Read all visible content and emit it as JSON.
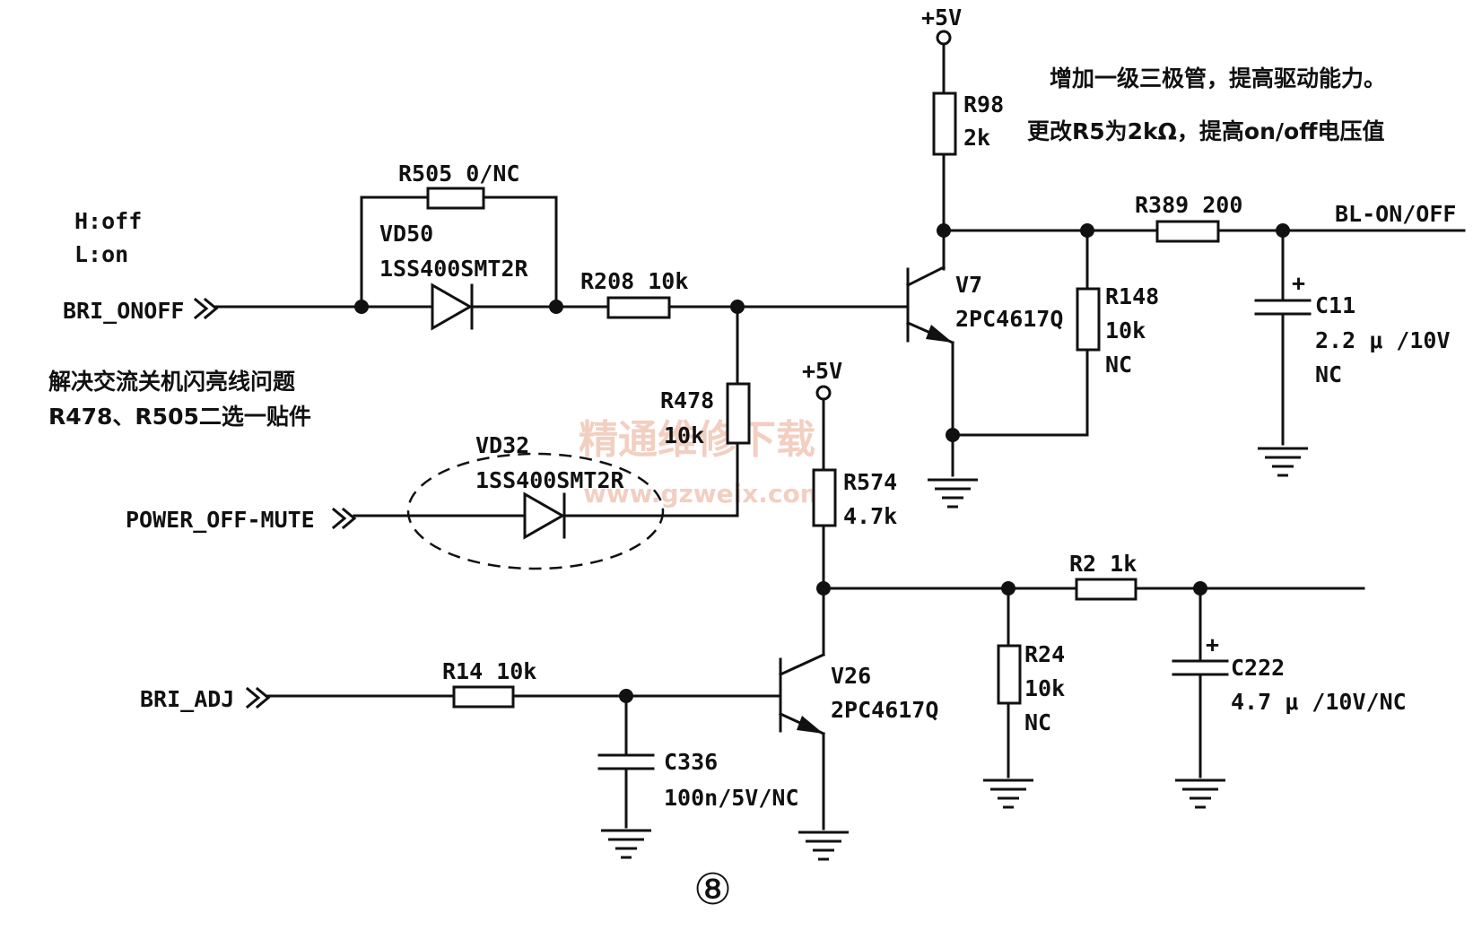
{
  "notes": {
    "top_right_1": "增加一级三极管，提高驱动能力。",
    "top_right_2": "更改R5为2kΩ，提高on/off电压值",
    "hl_1": "H:off",
    "hl_2": "L:on",
    "left_1": "解决交流关机闪亮线问题",
    "left_2": "R478、R505二选一贴件"
  },
  "signals": {
    "bri_onoff": "BRI_ONOFF",
    "power_off_mute": "POWER_OFF-MUTE",
    "bri_adj": "BRI_ADJ",
    "bl_onoff": "BL-ON/OFF"
  },
  "supplies": {
    "vcc_top": "+5V",
    "vcc_mid": "+5V"
  },
  "components": {
    "r505": "R505 0/NC",
    "vd50_name": "VD50",
    "vd50_part": "1SS400SMT2R",
    "r208": "R208 10k",
    "r478_name": "R478",
    "r478_val": "10k",
    "vd32_name": "VD32",
    "vd32_part": "1SS400SMT2R",
    "r98_name": "R98",
    "r98_val": "2k",
    "v7_name": "V7",
    "v7_part": "2PC4617Q",
    "r389": "R389 200",
    "r148_name": "R148",
    "r148_val": "10k",
    "r148_nc": "NC",
    "c11_name": "C11",
    "c11_val": "2.2 μ /10V",
    "c11_nc": "NC",
    "r574_name": "R574",
    "r574_val": "4.7k",
    "r2": "R2 1k",
    "r24_name": "R24",
    "r24_val": "10k",
    "r24_nc": "NC",
    "c222_name": "C222",
    "c222_val": "4.7 μ /10V/NC",
    "r14": "R14 10k",
    "v26_name": "V26",
    "v26_part": "2PC4617Q",
    "c336_name": "C336",
    "c336_val": "100n/5V/NC"
  },
  "figure_number": "⑧",
  "watermark": {
    "cn": "精通维修下载",
    "url": "www.gzweix.com"
  }
}
